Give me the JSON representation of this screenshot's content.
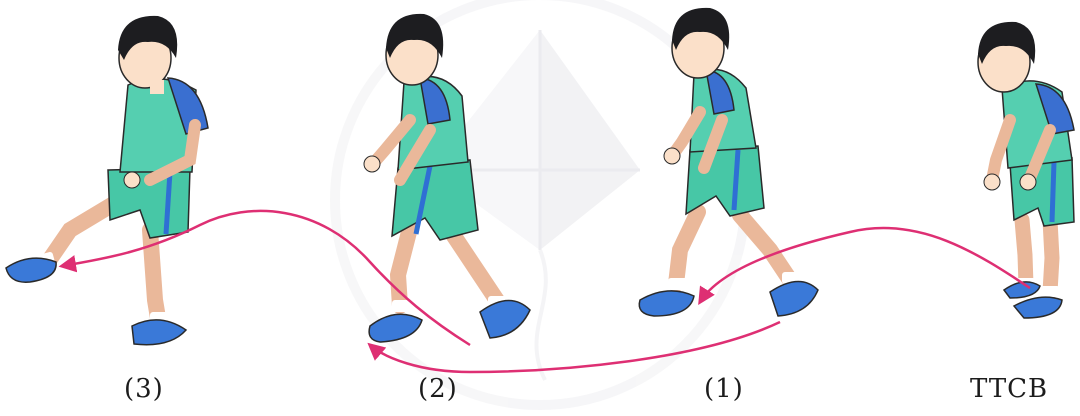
{
  "captions": {
    "step3": "(3)",
    "step2": "(2)",
    "step1": "(1)",
    "start": "TTCB"
  },
  "colors": {
    "skin": "#fbe0c9",
    "skin_shade": "#eab89a",
    "hair": "#1d1d20",
    "shirt": "#55cfb0",
    "shirt_shade": "#3fb798",
    "sleeve": "#3a6fd0",
    "shorts": "#47c7a6",
    "shorts_stripe": "#2f6fd4",
    "sock": "#ffffff",
    "shoe": "#3a79d8",
    "shoe_dark": "#2458b3",
    "path": "#de2f73",
    "outline": "#2a2a2a",
    "watermark": "#e8e8ec"
  },
  "icons": {
    "watermark": "kite-logo-watermark",
    "path": "movement-path-arrow"
  }
}
